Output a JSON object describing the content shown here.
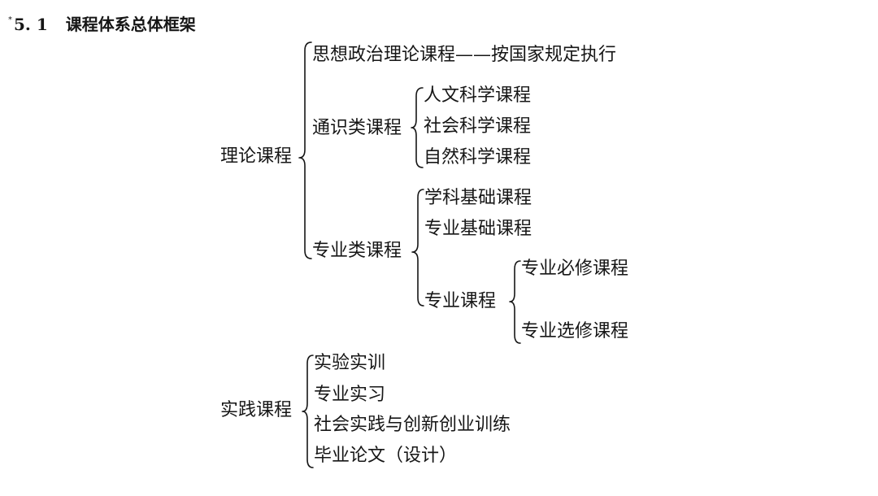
{
  "section": {
    "marker": "*",
    "number": "5. 1",
    "title": "课程体系总体框架"
  },
  "tree": {
    "theory": {
      "label": "理论课程",
      "political": "思想政治理论课程——按国家规定执行",
      "general": {
        "label": "通识类课程",
        "items": [
          "人文科学课程",
          "社会科学课程",
          "自然科学课程"
        ]
      },
      "major": {
        "label": "专业类课程",
        "items": [
          "学科基础课程",
          "专业基础课程"
        ],
        "professional": {
          "label": "专业课程",
          "items": [
            "专业必修课程",
            "专业选修课程"
          ]
        }
      }
    },
    "practice": {
      "label": "实践课程",
      "items": [
        "实验实训",
        "专业实习",
        "社会实践与创新创业训练",
        "毕业论文（设计）"
      ]
    }
  }
}
